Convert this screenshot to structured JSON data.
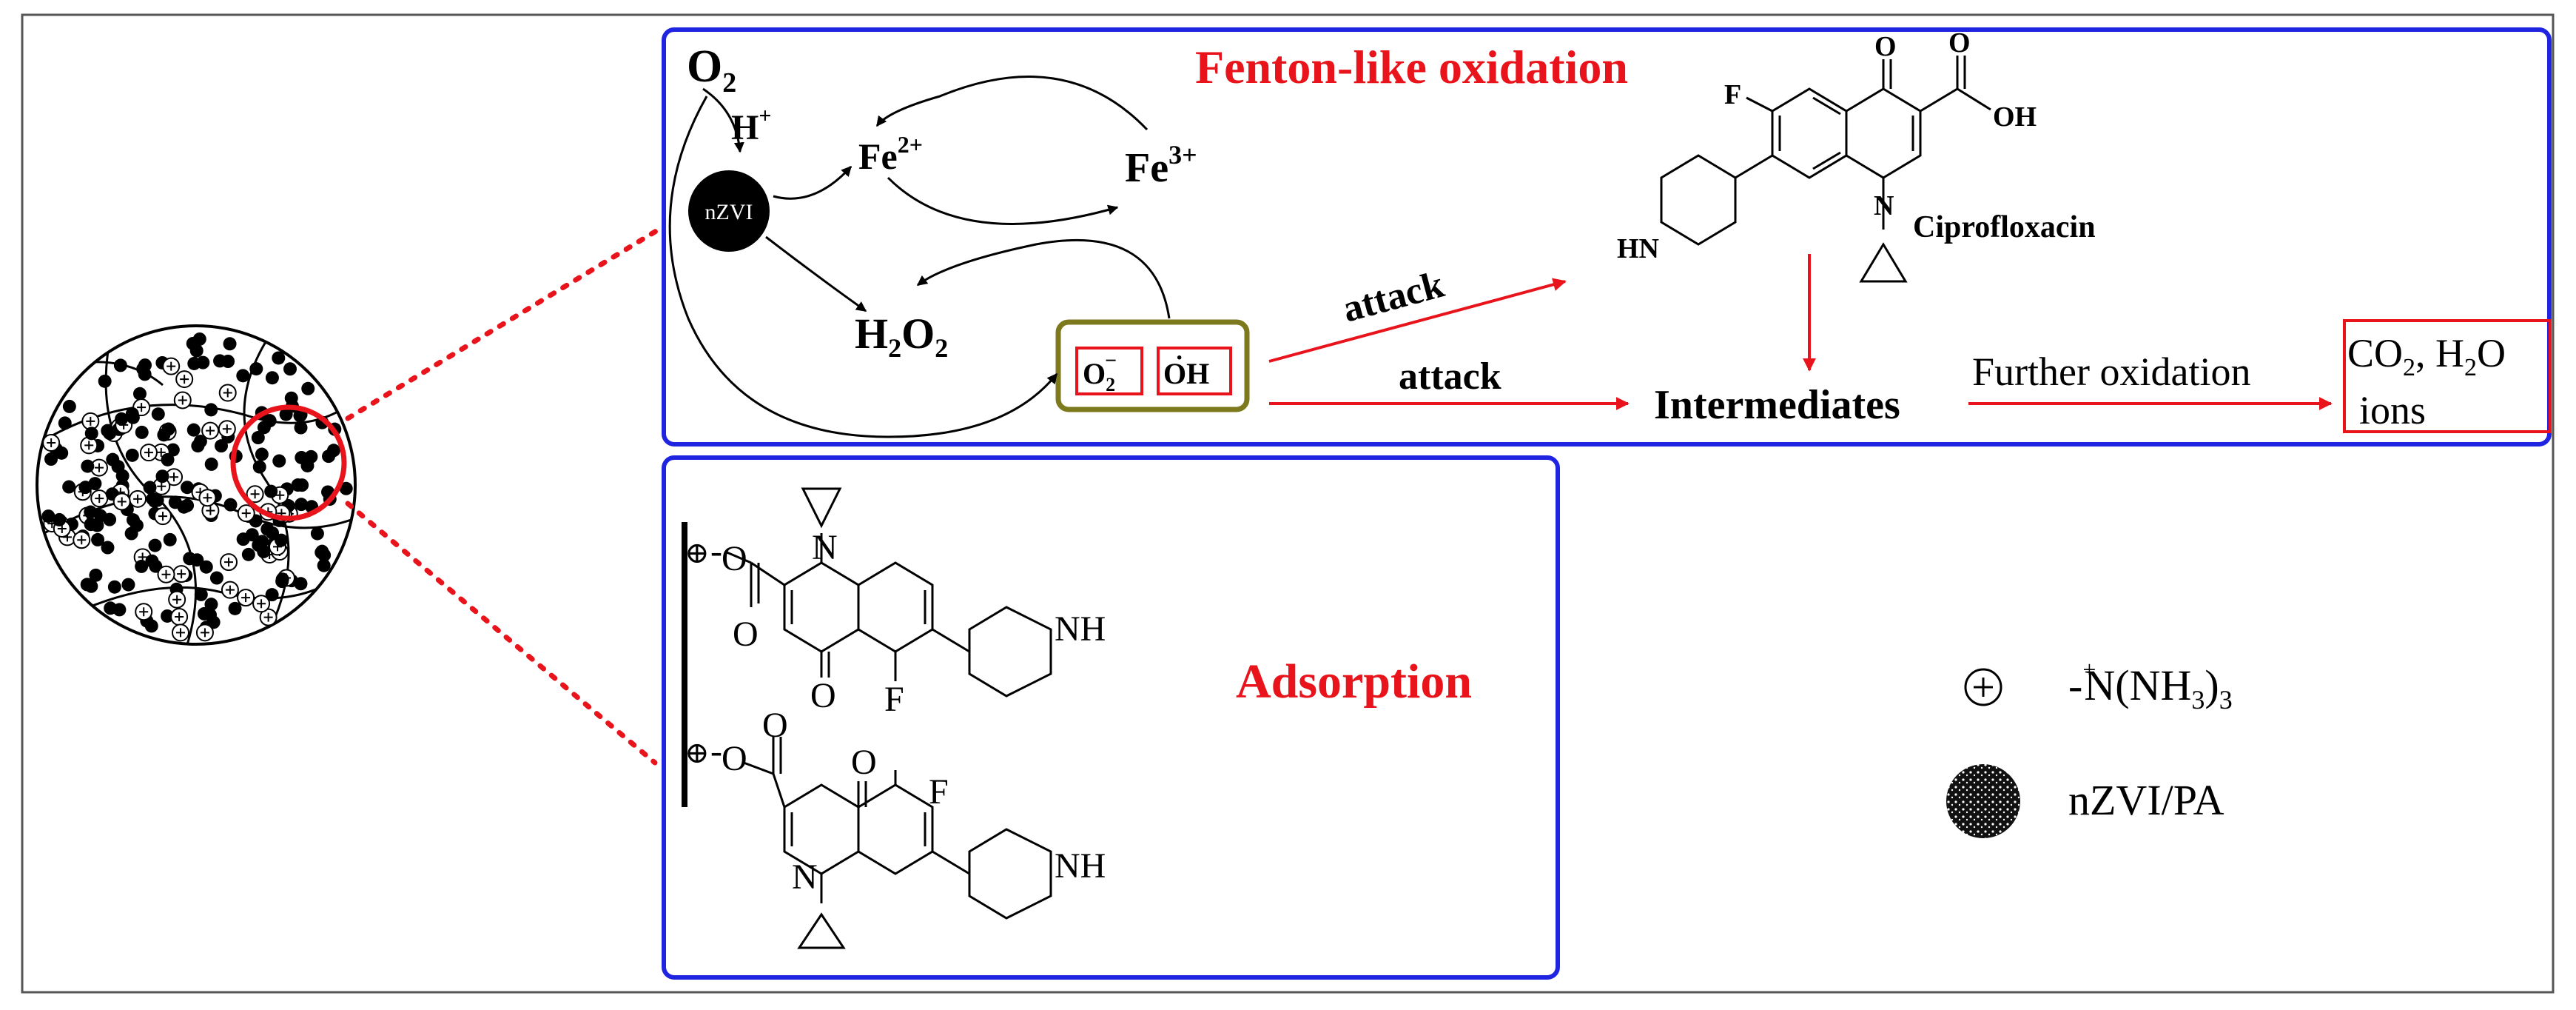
{
  "fenton": {
    "title": "Fenton-like oxidation",
    "o2": "O",
    "o2_sub": "2",
    "h_plus": "H",
    "h_plus_sup": "+",
    "nzvi": "nZVI",
    "fe2": "Fe",
    "fe2_sup": "2+",
    "fe3": "Fe",
    "fe3_sup": "3+",
    "h2o2_a": "H",
    "h2o2_b": "2",
    "h2o2_c": "O",
    "h2o2_d": "2",
    "superoxide": "O",
    "superoxide_sub": "2",
    "superoxide_sup": "−",
    "hydroxyl": "OH",
    "hydroxyl_dot": "·",
    "attack_1": "attack",
    "attack_2": "attack",
    "intermediates": "Intermediates",
    "further": "Further oxidation",
    "products_line1_a": "CO",
    "products_line1_b": "2",
    "products_line1_c": ", H",
    "products_line1_d": "2",
    "products_line1_e": "O",
    "products_line2": "ions",
    "drug_name": "Ciprofloxacin",
    "cipro_labels": {
      "o": "O",
      "oh": "OH",
      "f": "F",
      "n": "N",
      "hn": "HN"
    }
  },
  "adsorption": {
    "title": "Adsorption",
    "plus": "⊕",
    "o_minus": "O",
    "minus": "-",
    "o": "O",
    "n": "N",
    "nh": "NH",
    "f": "F"
  },
  "legend": {
    "plus_symbol": "⊕",
    "amine_a": "-",
    "amine_plus": "+",
    "amine_b": "N(NH",
    "amine_sub1": "3",
    "amine_c": ")",
    "amine_sub2": "3",
    "particle_label": "nZVI/PA"
  },
  "colors": {
    "red": "#e8131b",
    "blue": "#1f24e0",
    "olive": "#7c7a1c",
    "black": "#000000"
  }
}
